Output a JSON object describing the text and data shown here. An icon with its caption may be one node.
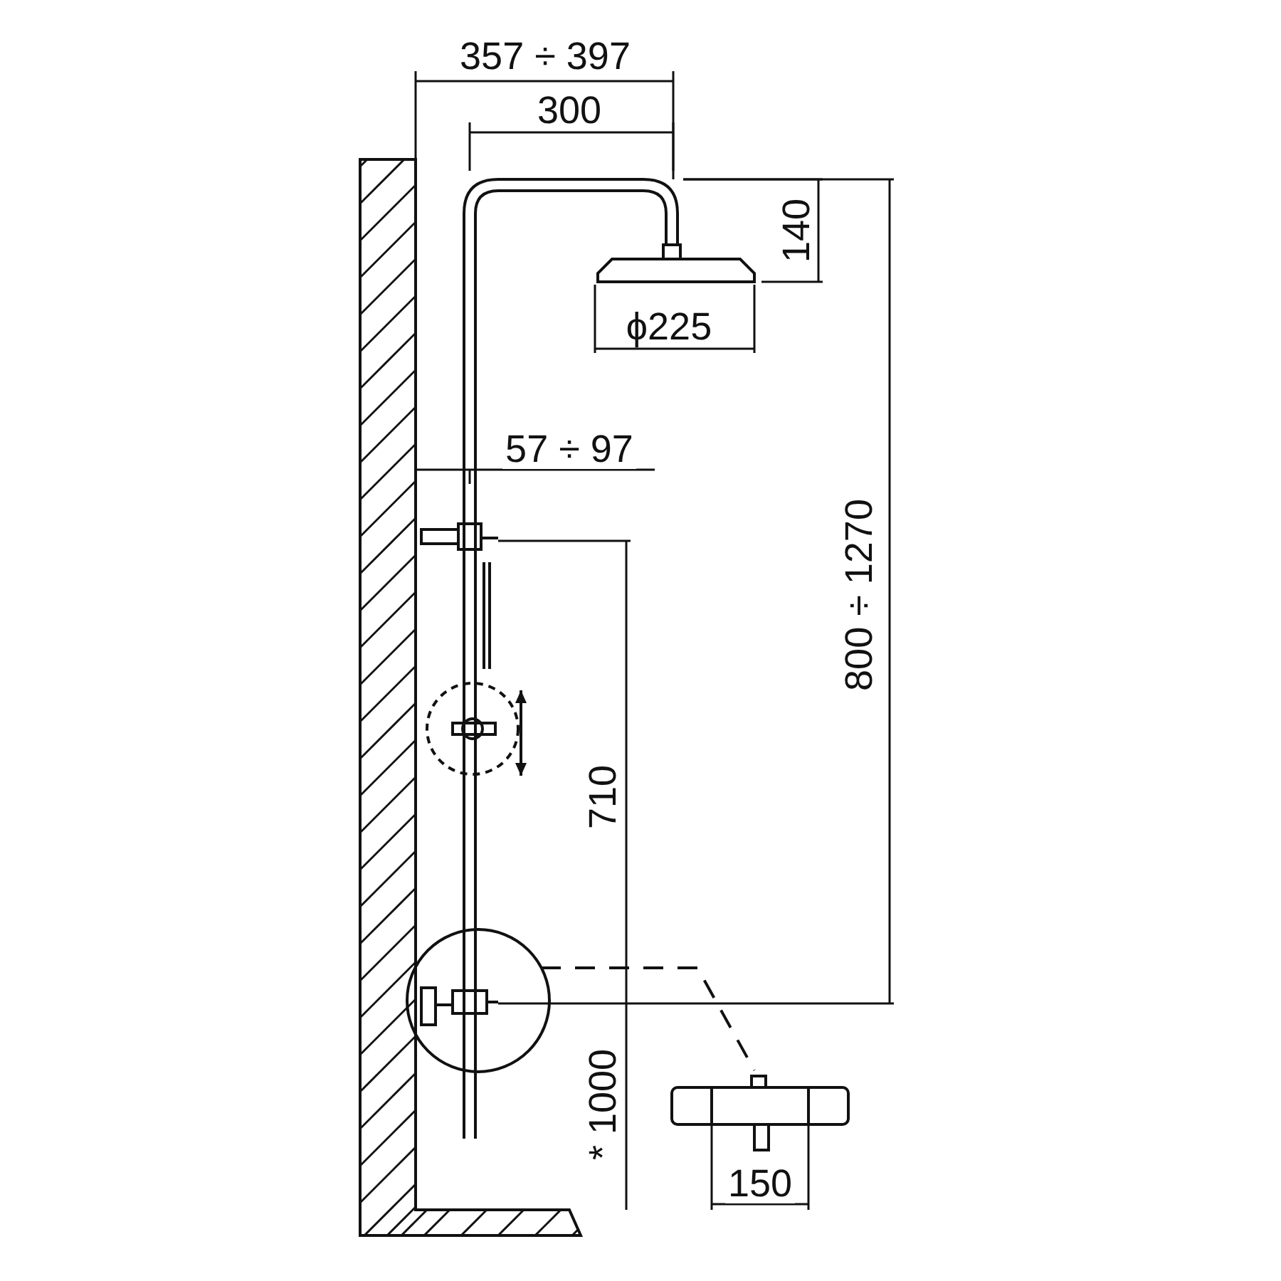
{
  "diagram": {
    "labels": [
      "357 ÷ 397",
      "300",
      "140",
      "ϕ225",
      "57 ÷ 97",
      "800 ÷ 1270",
      "710",
      "* 1000",
      "150"
    ]
  }
}
